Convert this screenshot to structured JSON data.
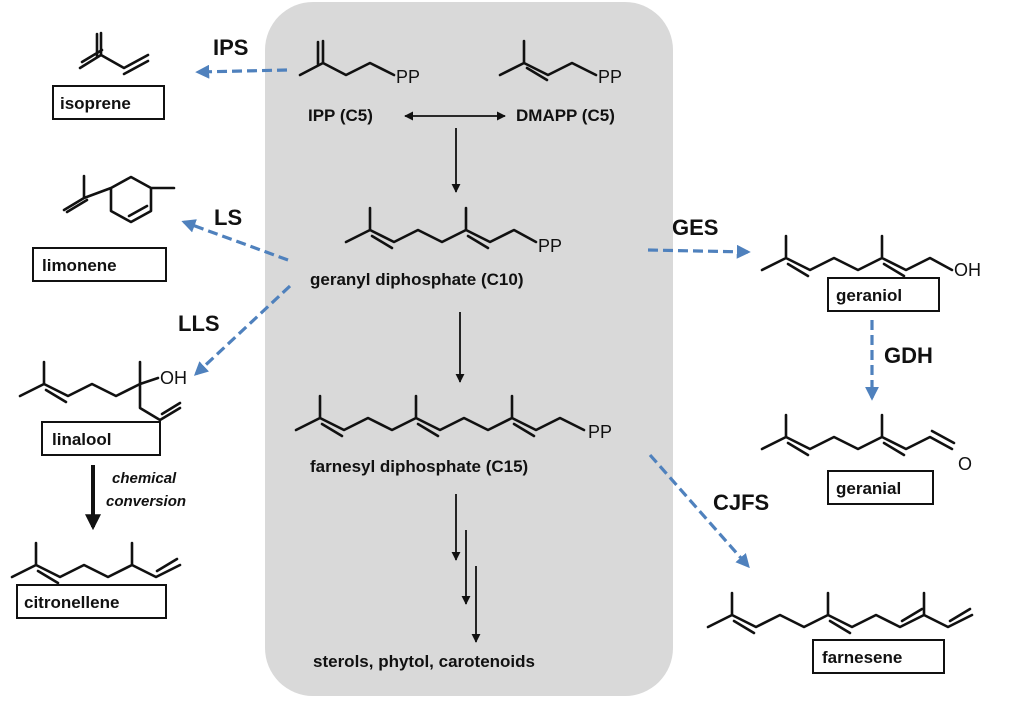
{
  "colors": {
    "panel": "#d9d9d9",
    "enzyme_arrow": "#4f81bd",
    "ink": "#111111"
  },
  "core": {
    "ipp": {
      "label": "IPP (C5)",
      "pp": "PP"
    },
    "dmapp": {
      "label": "DMAPP (C5)",
      "pp": "PP"
    },
    "gpp": {
      "label": "geranyl diphosphate (C10)",
      "pp": "PP"
    },
    "fpp": {
      "label": "farnesyl diphosphate (C15)",
      "pp": "PP"
    },
    "end": {
      "label": "sterols, phytol, carotenoids"
    }
  },
  "products": {
    "isoprene": "isoprene",
    "limonene": "limonene",
    "linalool": "linalool",
    "citronellene": "citronellene",
    "geraniol": "geraniol",
    "geranial": "geranial",
    "farnesene": "farnesene"
  },
  "groups": {
    "oh": "OH",
    "o": "O"
  },
  "enzymes": {
    "ips": "IPS",
    "ls": "LS",
    "lls": "LLS",
    "ges": "GES",
    "gdh": "GDH",
    "cjfs": "CJFS"
  },
  "notes": {
    "line1": "chemical",
    "line2": "conversion"
  }
}
